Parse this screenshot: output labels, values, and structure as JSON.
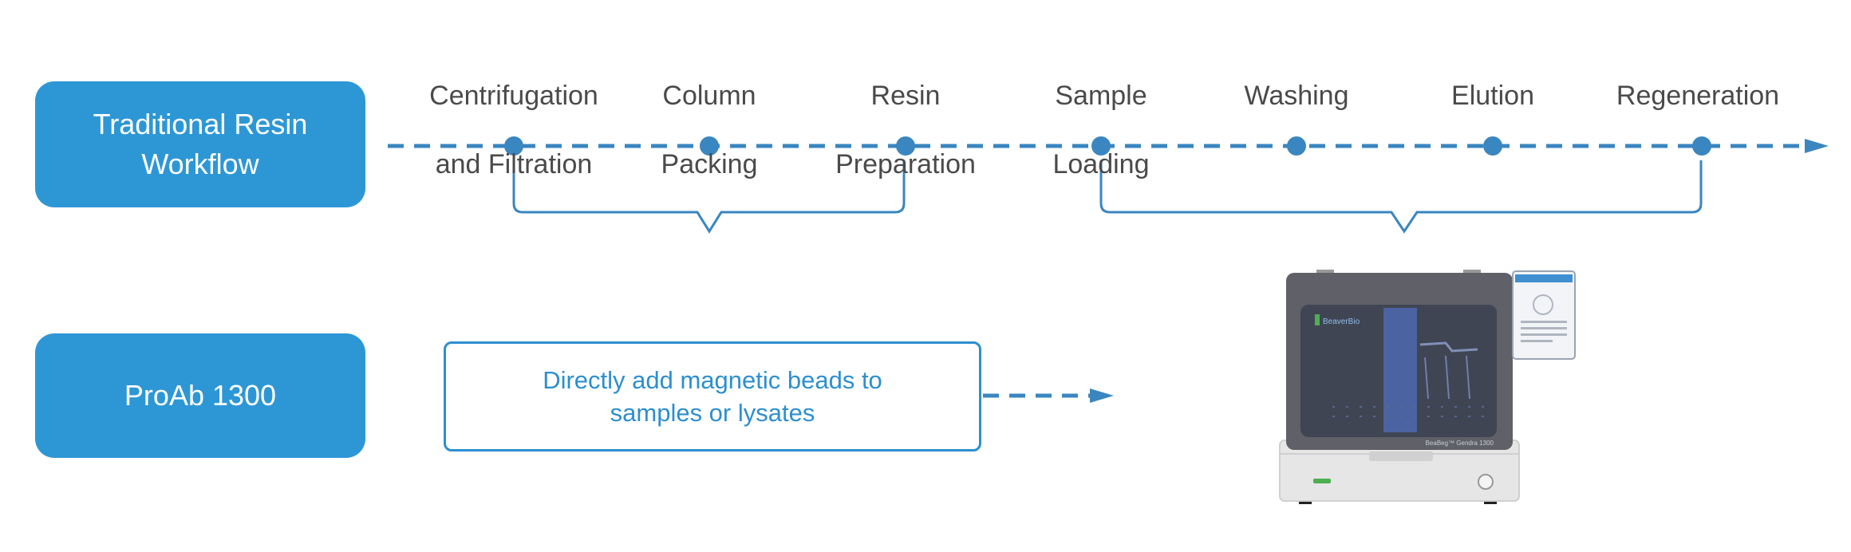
{
  "labels": {
    "traditional_line1": "Traditional Resin",
    "traditional_line2": "Workflow",
    "proab": "ProAb 1300",
    "direct_line1": "Directly add magnetic beads to",
    "direct_line2": "samples or lysates"
  },
  "steps": [
    {
      "line1": "Centrifugation",
      "line2": "and Filtration"
    },
    {
      "line1": "Column",
      "line2": "Packing"
    },
    {
      "line1": "Resin",
      "line2": "Preparation"
    },
    {
      "line1": "Sample",
      "line2": "Loading"
    },
    {
      "line1": "Washing",
      "line2": ""
    },
    {
      "line1": "Elution",
      "line2": ""
    },
    {
      "line1": "Regeneration",
      "line2": ""
    }
  ],
  "instrument": {
    "brand_text": "BeaverBio",
    "model_text": "BeaBeg™ Gendra 1300"
  },
  "colors": {
    "accent": "#2d97d6",
    "line": "#3a86c0",
    "text": "#4a4a4a"
  }
}
